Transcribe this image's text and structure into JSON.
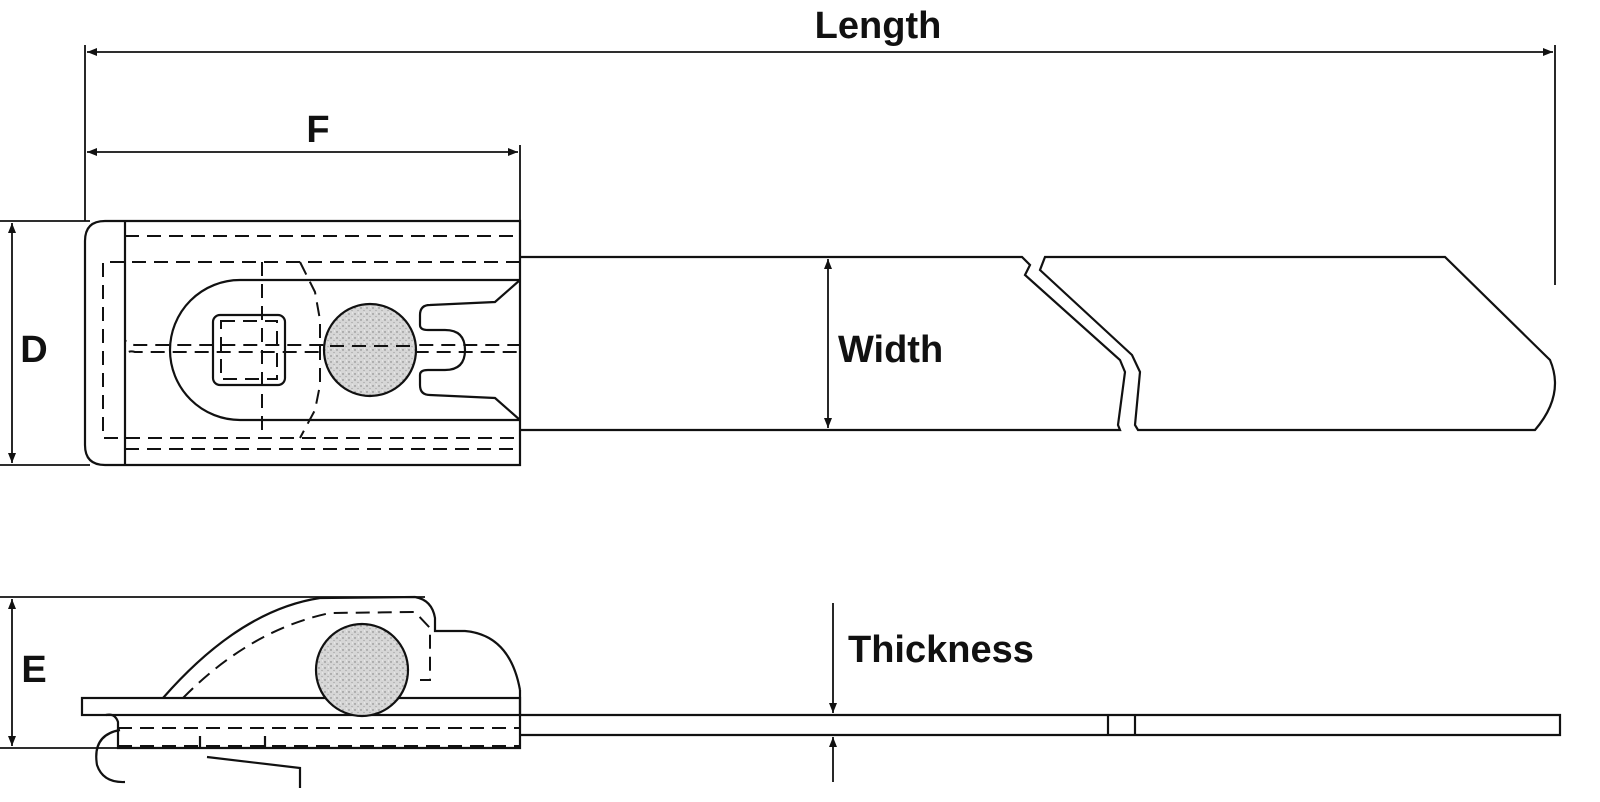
{
  "title": "Cable tie dimension drawing",
  "labels": {
    "length": "Length",
    "f": "F",
    "d": "D",
    "width": "Width",
    "e": "E",
    "thickness": "Thickness"
  },
  "colors": {
    "line": "#111111",
    "ball": "#cfcfcf",
    "background": "#ffffff"
  }
}
